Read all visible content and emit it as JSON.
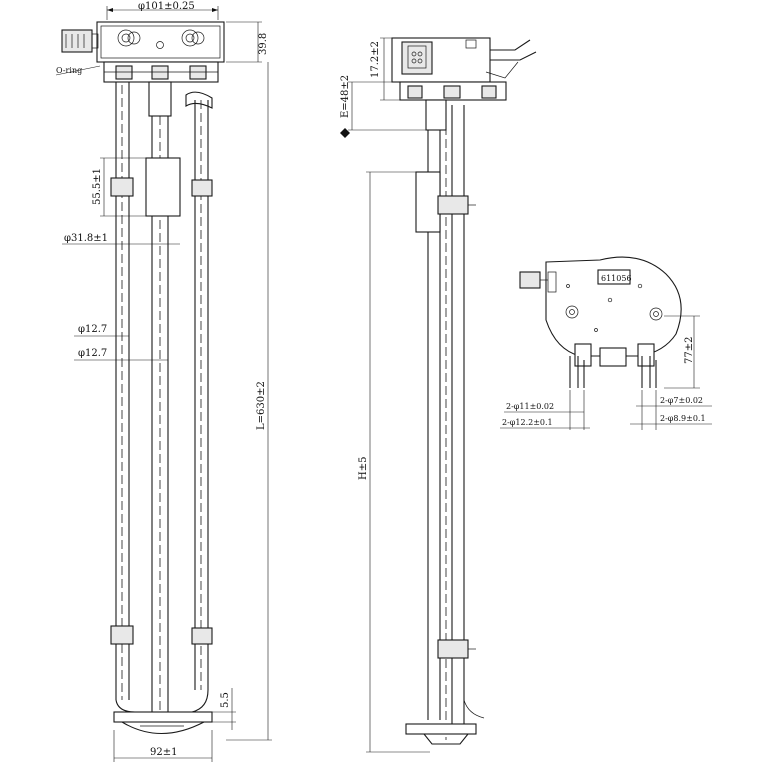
{
  "front_view": {
    "flange_diameter": "φ101±0.25",
    "head_height": "39.8",
    "oring_label": "O-ring",
    "float_height": "55.5±1",
    "float_diameter": "φ31.8±1",
    "tube_diameter_1": "φ12.7",
    "tube_diameter_2": "φ12.7",
    "total_length": "L=630±2",
    "bottom_offset": "5.5",
    "base_width": "92±1"
  },
  "side_view": {
    "connector_height": "17.2±2",
    "e_dimension": "E=48±2",
    "h_dimension": "H±5"
  },
  "top_view": {
    "part_marking": "611056",
    "port_height": "77±2",
    "port_outer_left": "2-φ11±0.02",
    "port_inner_left": "2-φ12.2±0.1",
    "port_outer_right": "2-φ7±0.02",
    "port_inner_right": "2-φ8.9±0.1"
  }
}
